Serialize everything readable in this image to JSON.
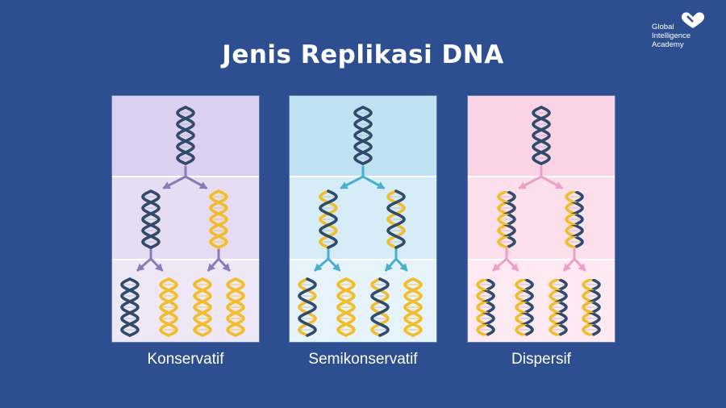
{
  "title": "Jenis Replikasi DNA",
  "brand": {
    "logo_icon": "heart-icon",
    "lines": [
      "Global",
      "Intelligence",
      "Academy"
    ]
  },
  "colors": {
    "background": "#2d4f91",
    "strand_old": "#2f4a6b",
    "strand_new": "#f2bd2a"
  },
  "panels": [
    {
      "label": "Konservatif",
      "bands": [
        "#dcd0f0",
        "#e6ddf3",
        "#eee8f6"
      ],
      "arrow_color": "#8a7bb8",
      "generations": [
        [
          "old"
        ],
        [
          "old",
          "new"
        ],
        [
          "old",
          "new",
          "new",
          "new"
        ]
      ]
    },
    {
      "label": "Semikonservatif",
      "bands": [
        "#bfe3f2",
        "#d6ecf7",
        "#e6f3fb"
      ],
      "arrow_color": "#4aaecf",
      "generations": [
        [
          "old"
        ],
        [
          "semi",
          "semi"
        ],
        [
          "semi",
          "new",
          "semi",
          "new"
        ]
      ]
    },
    {
      "label": "Dispersif",
      "bands": [
        "#fad3e4",
        "#fbe0ec",
        "#fce9f2"
      ],
      "arrow_color": "#eda0c6",
      "generations": [
        [
          "old"
        ],
        [
          "mix",
          "mix"
        ],
        [
          "mix",
          "mix",
          "mix",
          "mix"
        ]
      ]
    }
  ]
}
